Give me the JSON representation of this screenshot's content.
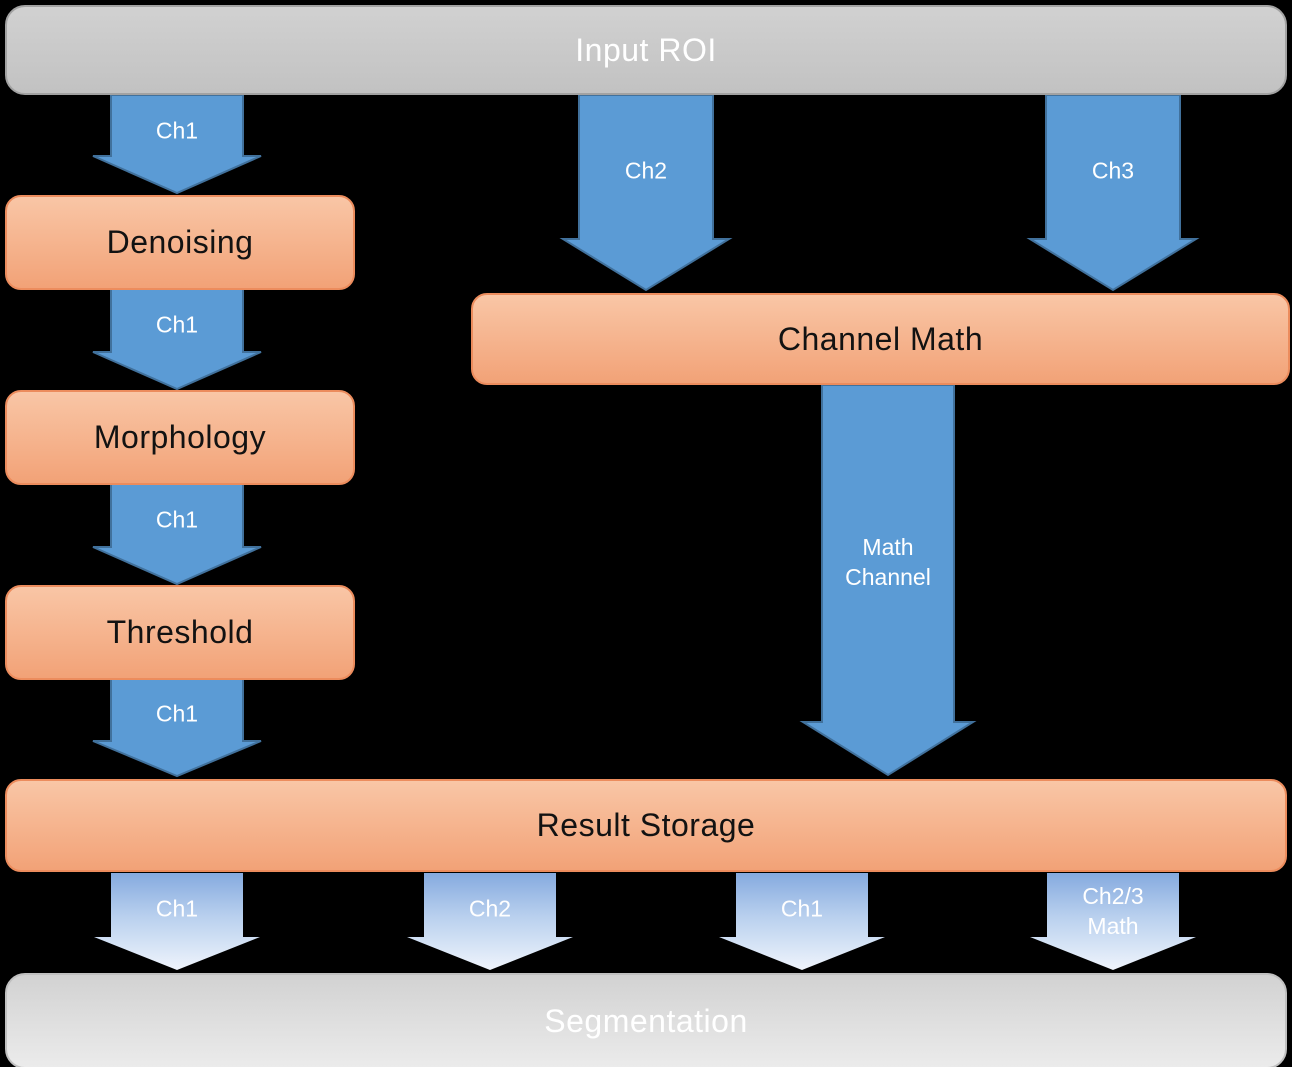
{
  "colors": {
    "background": "#000000",
    "arrow_blue_fill": "#5B9BD5",
    "arrow_blue_border": "#41719C",
    "arrow_fade_top": "#85AADF",
    "arrow_fade_bottom": "#EFF4FC",
    "node_orange_top": "#F9C6A6",
    "node_orange_bottom": "#F2A277",
    "node_orange_border": "#EC8C5D",
    "node_gray_top": "#D1D1D1",
    "node_gray_bottom": "#C2C2C2",
    "node_gray_border": "#A2A2A2"
  },
  "nodes": {
    "input_roi": {
      "label": "Input ROI"
    },
    "denoising": {
      "label": "Denoising"
    },
    "morphology": {
      "label": "Morphology"
    },
    "threshold": {
      "label": "Threshold"
    },
    "channel_math": {
      "label": "Channel Math"
    },
    "result_storage": {
      "label": "Result Storage"
    },
    "segmentation": {
      "label": "Segmentation"
    }
  },
  "arrows": {
    "roi_to_denoising": {
      "label": "Ch1"
    },
    "denoising_to_morphology": {
      "label": "Ch1"
    },
    "morphology_to_threshold": {
      "label": "Ch1"
    },
    "threshold_to_result_storage": {
      "label": "Ch1"
    },
    "roi_to_channel_math_ch2": {
      "label": "Ch2"
    },
    "roi_to_channel_math_ch3": {
      "label": "Ch3"
    },
    "channel_math_to_result_storage": {
      "label_line1": "Math",
      "label_line2": "Channel"
    },
    "storage_to_segmentation_1": {
      "label": "Ch1"
    },
    "storage_to_segmentation_2": {
      "label": "Ch2"
    },
    "storage_to_segmentation_3": {
      "label": "Ch1"
    },
    "storage_to_segmentation_4": {
      "label_line1": "Ch2/3",
      "label_line2": "Math"
    }
  }
}
